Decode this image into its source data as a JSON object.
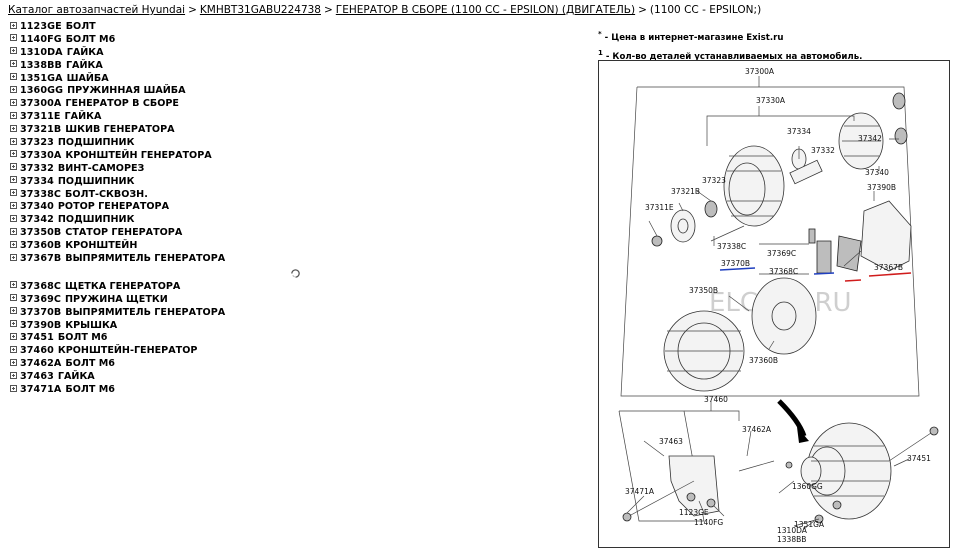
{
  "breadcrumb": {
    "items": [
      {
        "label": "Каталог автозапчастей Hyundai",
        "link": true
      },
      {
        "label": "KMHBT31GABU224738",
        "link": true
      },
      {
        "label": "ГЕНЕРАТОР В СБОРЕ (1100 CC - EPSILON) (ДВИГАТЕЛЬ)",
        "link": true
      },
      {
        "label": "(1100 CC - EPSILON;)",
        "link": false
      }
    ],
    "separator": ">"
  },
  "parts": [
    {
      "code": "1123GE",
      "name": "БОЛТ"
    },
    {
      "code": "1140FG",
      "name": "БОЛТ М6"
    },
    {
      "code": "1310DA",
      "name": "ГАЙКА"
    },
    {
      "code": "1338BB",
      "name": "ГАЙКА"
    },
    {
      "code": "1351GA",
      "name": "ШАЙБА"
    },
    {
      "code": "1360GG",
      "name": "ПРУЖИННАЯ ШАЙБА"
    },
    {
      "code": "37300A",
      "name": "ГЕНЕРАТОР В СБОРЕ"
    },
    {
      "code": "37311E",
      "name": "ГАЙКА"
    },
    {
      "code": "37321B",
      "name": "ШКИВ ГЕНЕРАТОРА"
    },
    {
      "code": "37323",
      "name": "ПОДШИПНИК"
    },
    {
      "code": "37330A",
      "name": "КРОНШТЕЙН ГЕНЕРАТОРА"
    },
    {
      "code": "37332",
      "name": "ВИНТ-САМОРЕЗ"
    },
    {
      "code": "37334",
      "name": "ПОДШИПНИК"
    },
    {
      "code": "37338C",
      "name": "БОЛТ-СКВОЗН."
    },
    {
      "code": "37340",
      "name": "РОТОР ГЕНЕРАТОРА"
    },
    {
      "code": "37342",
      "name": "ПОДШИПНИК"
    },
    {
      "code": "37350B",
      "name": "СТАТОР ГЕНЕРАТОРА"
    },
    {
      "code": "37360B",
      "name": "КРОНШТЕЙН"
    },
    {
      "code": "37367B",
      "name": "ВЫПРЯМИТЕЛЬ ГЕНЕРАТОРА"
    },
    {
      "code": "37368C",
      "name": "ЩЕТКА ГЕНЕРАТОРА"
    },
    {
      "code": "37369C",
      "name": "ПРУЖИНА ЩЕТКИ"
    },
    {
      "code": "37370B",
      "name": "ВЫПРЯМИТЕЛЬ ГЕНЕРАТОРА"
    },
    {
      "code": "37390B",
      "name": "КРЫШКА"
    },
    {
      "code": "37451",
      "name": "БОЛТ М6"
    },
    {
      "code": "37460",
      "name": "КРОНШТЕЙН-ГЕНЕРАТОР"
    },
    {
      "code": "37462A",
      "name": "БОЛТ М6"
    },
    {
      "code": "37463",
      "name": "ГАЙКА"
    },
    {
      "code": "37471A",
      "name": "БОЛТ М6"
    }
  ],
  "notes": {
    "price_mark": "*",
    "price_note": "- Цена в интернет-магазине Exist.ru",
    "qty_mark": "1",
    "qty_note": "- Кол-во деталей устанавливаемых на автомобиль."
  },
  "diagram": {
    "callouts": [
      "37300A",
      "37330A",
      "37334",
      "37342",
      "37332",
      "37340",
      "37390B",
      "37323",
      "37321B",
      "37311E",
      "37338C",
      "37369C",
      "37370B",
      "37368C",
      "37367B",
      "37350B",
      "37360B",
      "37460",
      "37463",
      "37462A",
      "37471A",
      "1360GG",
      "37451",
      "1123GE",
      "1140FG",
      "1351GA",
      "1310DA",
      "1338BB"
    ],
    "watermark": "ELCATS.RU",
    "underline_color_blue": "#1f3fbf",
    "underline_color_red": "#d01c1c"
  },
  "colors": {
    "link": "#000000",
    "background": "#ffffff",
    "icon": "#555555"
  }
}
